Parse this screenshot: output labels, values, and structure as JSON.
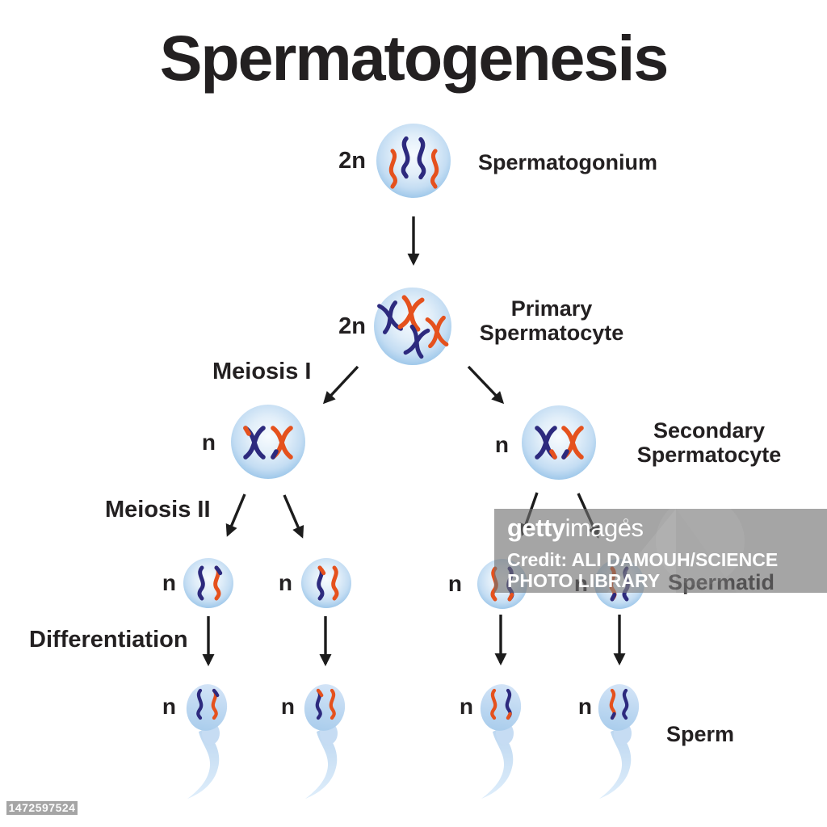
{
  "title": "Spermatogenesis",
  "stages": [
    {
      "name": "Spermatogonium",
      "ploidy": "2n",
      "cells": 1
    },
    {
      "name_line1": "Primary",
      "name_line2": "Spermatocyte",
      "ploidy": "2n",
      "cells": 1
    },
    {
      "name_line1": "Secondary",
      "name_line2": "Spermatocyte",
      "ploidy": "n",
      "cells": 2
    },
    {
      "name": "Spermatid",
      "ploidy": "n",
      "cells": 4
    },
    {
      "name": "Sperm",
      "ploidy": "n",
      "cells": 4
    }
  ],
  "processes": {
    "meiosis_i": "Meiosis I",
    "meiosis_ii": "Meiosis II",
    "differentiation": "Differentiation"
  },
  "watermark": {
    "brand_bold": "getty",
    "brand_regular": "images",
    "credit": "Credit: ALI DAMOUH/SCIENCE PHOTO LIBRARY",
    "image_id": "1472597524"
  },
  "colors": {
    "chromosome_orange": "#e5511d",
    "chromosome_blue": "#2d2a7e",
    "cell_blue_edge": "#9fc8ea",
    "cell_blue_center": "#f7fbfe",
    "arrow_black": "#1c1c1c",
    "label_black": "#232021",
    "watermark_gray": "#a9a9a9",
    "watermark_text": "#ffffff"
  }
}
